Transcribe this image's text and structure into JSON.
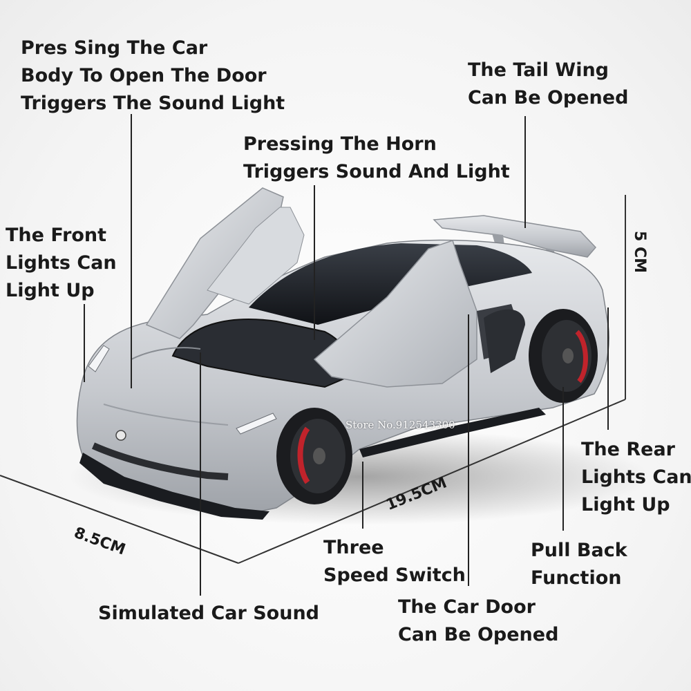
{
  "callouts": {
    "body_press": [
      "Pres Sing The Car",
      "Body To Open The Door",
      "Triggers The Sound Light"
    ],
    "tail_wing": [
      "The Tail Wing",
      "Can Be Opened"
    ],
    "horn": [
      "Pressing The Horn",
      "Triggers Sound And Light"
    ],
    "front_lights": [
      "The Front",
      "Lights Can",
      "Light Up"
    ],
    "rear_lights": [
      "The Rear",
      "Lights Can",
      "Light Up"
    ],
    "pull_back": [
      "Pull Back",
      "Function"
    ],
    "speed_switch": [
      "Three",
      "Speed Switch"
    ],
    "car_sound": [
      "Simulated Car Sound"
    ],
    "car_door": [
      "The Car Door",
      "Can Be Opened"
    ]
  },
  "dimensions": {
    "height": "5 CM",
    "length": "19.5CM",
    "width": "8.5CM"
  },
  "watermark": "Store No.912543300",
  "colors": {
    "body": "#c9ccd1",
    "roof": "#1c1f24",
    "brake": "#c0232b",
    "text": "#1a1a1a"
  }
}
